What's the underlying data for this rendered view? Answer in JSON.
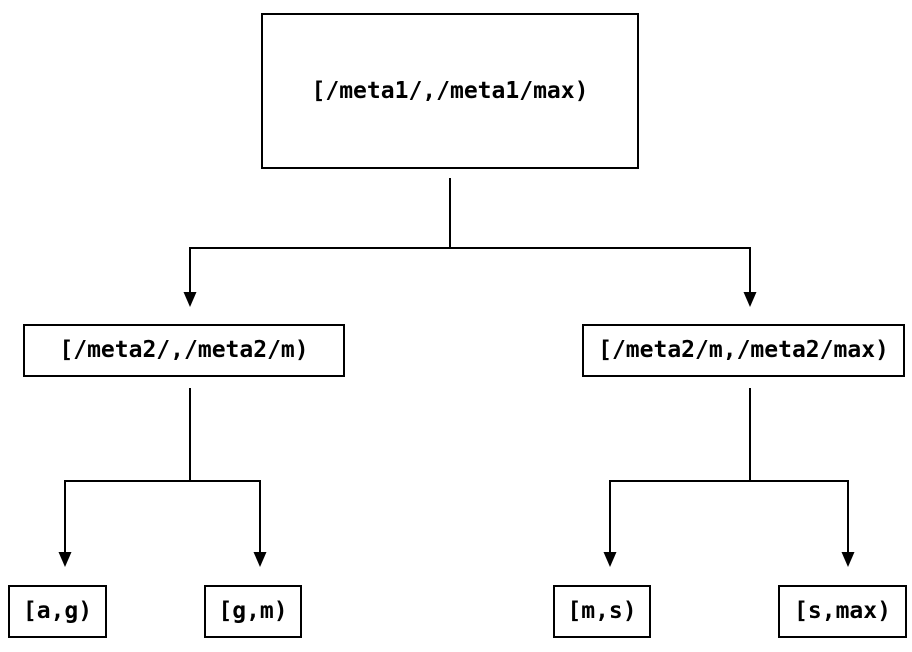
{
  "diagram": {
    "type": "tree",
    "background_color": "#ffffff",
    "line_color": "#000000",
    "text_color": "#000000",
    "tree": {
      "label": "[/meta1/,/meta1/max)",
      "children": [
        {
          "label": "[/meta2/,/meta2/m)",
          "children": [
            {
              "label": "[a,g)"
            },
            {
              "label": "[g,m)"
            }
          ]
        },
        {
          "label": "[/meta2/m,/meta2/max)",
          "children": [
            {
              "label": "[m,s)"
            },
            {
              "label": "[s,max)"
            }
          ]
        }
      ]
    }
  }
}
